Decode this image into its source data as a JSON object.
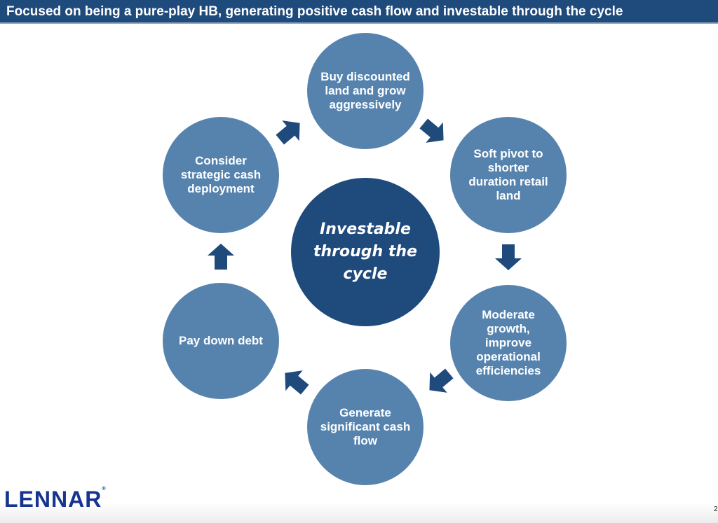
{
  "header": {
    "title": "Focused on being a pure-play HB, generating positive cash flow and investable through the cycle"
  },
  "center": {
    "label": "Investable through the cycle"
  },
  "steps": [
    {
      "label": "Buy discounted land and grow aggressively"
    },
    {
      "label": "Soft pivot to shorter duration retail land"
    },
    {
      "label": "Moderate growth, improve operational efficiencies"
    },
    {
      "label": "Generate significant cash flow"
    },
    {
      "label": "Pay down debt"
    },
    {
      "label": "Consider strategic cash deployment"
    }
  ],
  "logo": {
    "text": "LENNAR"
  },
  "page_number": "2",
  "colors": {
    "header": "#1f4a7c",
    "circle": "#5683ad",
    "center": "#1f4a7c",
    "arrow": "#1f4a7c",
    "logo": "#17348e"
  }
}
